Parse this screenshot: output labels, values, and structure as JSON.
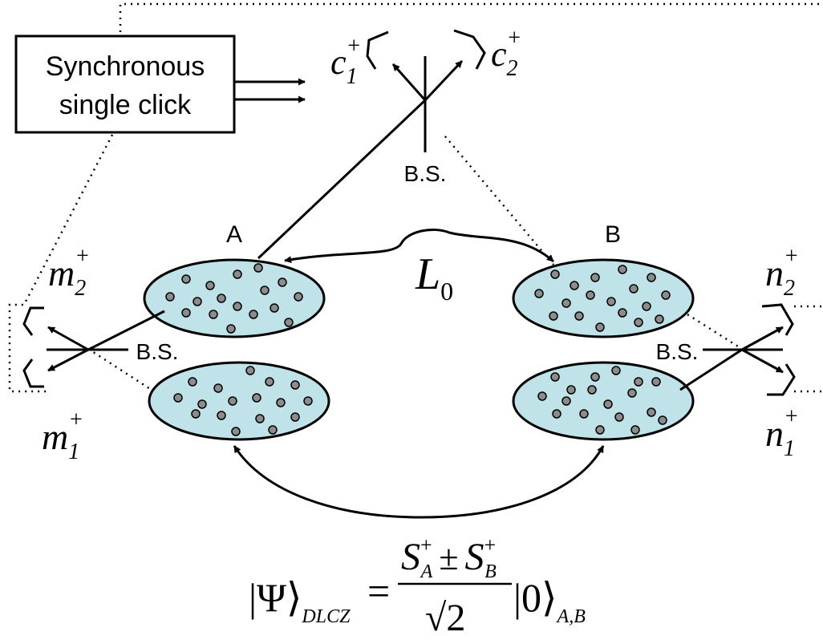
{
  "sync_box": {
    "line1": "Synchronous",
    "line2": "single click"
  },
  "ensembles": {
    "a_label": "A",
    "b_label": "B"
  },
  "beam_splitters": {
    "top": "B.S.",
    "left": "B.S.",
    "right": "B.S."
  },
  "link_label": {
    "main": "L",
    "sub": "0"
  },
  "detectors": {
    "c1": {
      "main": "c",
      "sub": "1",
      "sup": "+"
    },
    "c2": {
      "main": "c",
      "sub": "2",
      "sup": "+"
    },
    "m1": {
      "main": "m",
      "sub": "1",
      "sup": "+"
    },
    "m2": {
      "main": "m",
      "sub": "2",
      "sup": "+"
    },
    "n1": {
      "main": "n",
      "sub": "1",
      "sup": "+"
    },
    "n2": {
      "main": "n",
      "sub": "2",
      "sup": "+"
    }
  },
  "formula": {
    "lhs": "|Ψ⟩",
    "lhs_sub": "DLCZ",
    "equals": "=",
    "num_sa": "S",
    "num_sa_sup": "+",
    "num_sa_sub": "A",
    "num_pm": "±",
    "num_sb": "S",
    "num_sb_sup": "+",
    "num_sb_sub": "B",
    "den": "√2",
    "rhs": "|0⟩",
    "rhs_sub": "A,B"
  },
  "colors": {
    "ensemble_fill": "#bfe3e8",
    "atom_fill": "#8c8c8c",
    "line": "#000000",
    "background": "#ffffff"
  }
}
